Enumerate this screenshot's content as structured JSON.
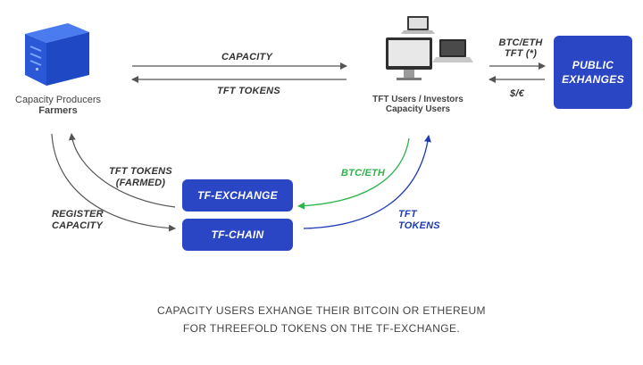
{
  "producers": {
    "name": "Capacity Producers",
    "role": "Farmers",
    "icon": "server-icon"
  },
  "users": {
    "name": "TFT Users / Investors",
    "role": "Capacity Users",
    "icon": "computers-icon"
  },
  "public_exchanges": {
    "label_line1": "PUBLIC",
    "label_line2": "EXHANGES"
  },
  "flows": {
    "capacity": "CAPACITY",
    "tft_tokens": "TFT TOKENS",
    "btc_eth_top": "BTC/ETH",
    "tft_star": "TFT (*)",
    "fiat": "$/€",
    "tft_farmed_line1": "TFT TOKENS",
    "tft_farmed_line2": "(FARMED)",
    "register_line1": "REGISTER",
    "register_line2": "CAPACITY",
    "btc_eth_green": "BTC/ETH",
    "tft_blue_line1": "TFT",
    "tft_blue_line2": "TOKENS"
  },
  "tf_exchange": "TF-EXCHANGE",
  "tf_chain": "TF-CHAIN",
  "caption": {
    "line1": "CAPACITY USERS EXHANGE THEIR BITCOIN OR ETHEREUM",
    "line2": "FOR THREEFOLD TOKENS ON THE TF-EXCHANGE."
  },
  "colors": {
    "box_blue": "#2b46c4",
    "green": "#2db34a",
    "arrow_blue": "#1f3bb3",
    "grey": "#555555"
  }
}
